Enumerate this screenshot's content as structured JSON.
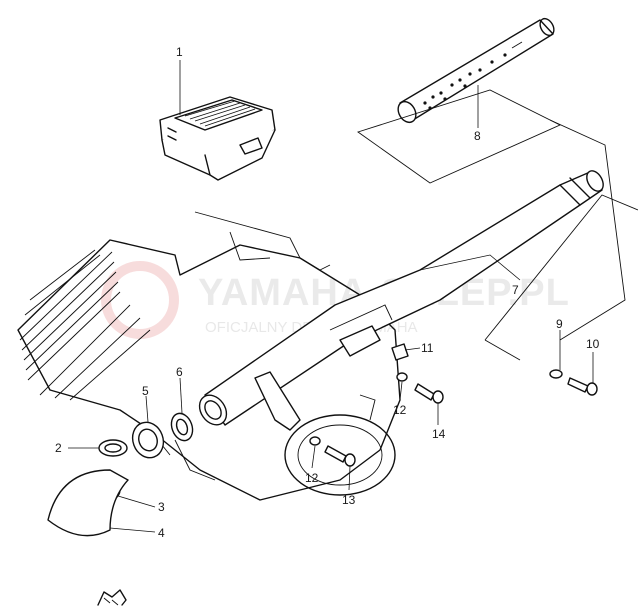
{
  "diagram": {
    "callouts": [
      {
        "id": "c1",
        "label": "1"
      },
      {
        "id": "c2",
        "label": "2"
      },
      {
        "id": "c3",
        "label": "3"
      },
      {
        "id": "c4",
        "label": "4"
      },
      {
        "id": "c5",
        "label": "5"
      },
      {
        "id": "c6",
        "label": "6"
      },
      {
        "id": "c7",
        "label": "7"
      },
      {
        "id": "c8",
        "label": "8"
      },
      {
        "id": "c9",
        "label": "9"
      },
      {
        "id": "c10",
        "label": "10"
      },
      {
        "id": "c11",
        "label": "11"
      },
      {
        "id": "c12a",
        "label": "12"
      },
      {
        "id": "c12b",
        "label": "12"
      },
      {
        "id": "c13",
        "label": "13"
      },
      {
        "id": "c14",
        "label": "14"
      }
    ],
    "watermark": {
      "main": "YAMAHA-SKLEP.PL",
      "sub": "OFICJALNY DEALER YAMAHA"
    }
  }
}
